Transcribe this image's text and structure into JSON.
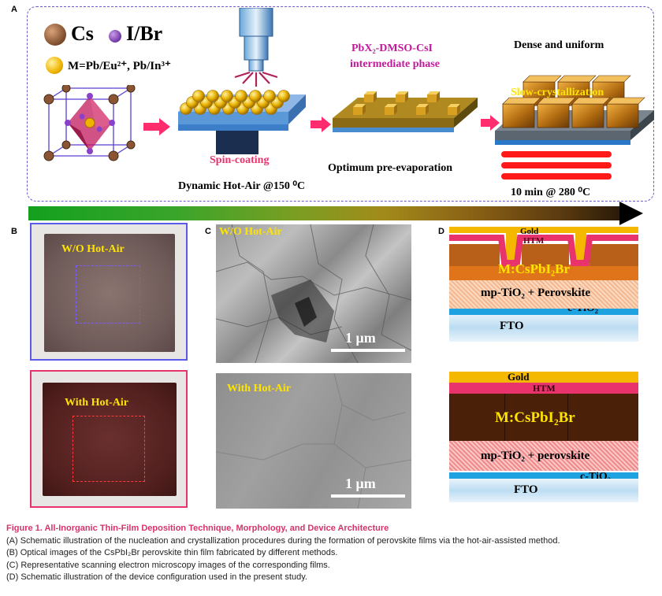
{
  "panels": {
    "a": "A",
    "b": "B",
    "c": "C",
    "d": "D"
  },
  "panel_a": {
    "legend_cs": "Cs",
    "legend_ibr": "I/Br",
    "legend_m": "M=Pb/Eu²⁺, Pb/In³⁺",
    "spin_coating": "Spin-coating",
    "dynamic_hot_air": "Dynamic Hot-Air @150 ⁰C",
    "intermediate_line1": "PbX₂-DMSO-CsI",
    "intermediate_line2": "intermediate phase",
    "optimum": "Optimum pre-evaporation",
    "dense": "Dense and uniform",
    "slow": "Slow-crystallization",
    "anneal": "10 min @ 280 ⁰C"
  },
  "panel_b": {
    "top_label": "W/O  Hot-Air",
    "bottom_label": "With Hot-Air"
  },
  "panel_c": {
    "top_label": "W/O  Hot-Air",
    "bottom_label": "With Hot-Air",
    "scale_top": "1 μm",
    "scale_bottom": "1 μm"
  },
  "panel_d": {
    "top": {
      "gold": "Gold",
      "htm": "HTM",
      "perov": "M:CsPbI₂Br",
      "mp": "mp-TiO₂ + Perovskite",
      "ctio": "c-TiO₂",
      "fto": "FTO"
    },
    "bottom": {
      "gold": "Gold",
      "htm": "HTM",
      "perov": "M:CsPbI₂Br",
      "mp": "mp-TiO₂ + perovskite",
      "ctio": "c-TiO₂",
      "fto": "FTO"
    }
  },
  "caption": {
    "title": "Figure 1.  All-Inorganic Thin-Film Deposition Technique, Morphology, and Device Architecture",
    "a": "(A) Schematic illustration of the nucleation and crystallization procedures during the formation of perovskite films via the hot-air-assisted method.",
    "b": "(B) Optical images of the CsPbI₂Br perovskite thin film fabricated by different methods.",
    "c": "(C) Representative scanning electron microscopy images of the corresponding films.",
    "d": "(D) Schematic illustration of the device configuration used in the present study."
  },
  "colors": {
    "accent_pink": "#e8336d",
    "gold": "#f5b800",
    "htm": "#e8336d",
    "perovskite": "#6b3410",
    "ctio": "#1fa3e0",
    "fto": "#bcdcf2"
  }
}
